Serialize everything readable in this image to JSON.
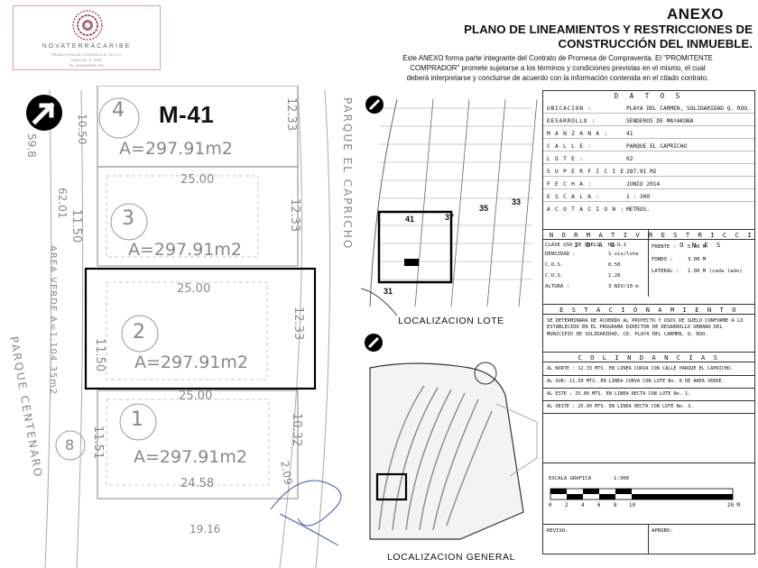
{
  "logo": {
    "brand": "NOVATERRACARIBE",
    "line1": "PROMOTORA DE VIVIENDA S.A. DE C.V.",
    "line2": "CANCÚN, Q. ROO",
    "line3": "AV. BONAMPAK S/N"
  },
  "header": {
    "anexo": "ANEXO",
    "title_line1": "PLANO DE LINEAMIENTOS Y RESTRICCIONES DE",
    "title_line2": "CONSTRUCCIÓN DEL INMUEBLE.",
    "intro_line1": "Este ANEXO forma parte integrante del Contrato de Promesa de Compraventa. El \"PROMITENTE",
    "intro_line2": "COMPRADOR\" promete sujetarse a los términos y condiciones previstas en el mismo, el cual",
    "intro_line3": "deberá interpretarse y concluirse de acuerdo con la información contenida en el citado contrato."
  },
  "main_plan": {
    "manzana": "M-41",
    "lots": [
      {
        "num": "4",
        "area": "A=297.91m2"
      },
      {
        "num": "3",
        "area": "A=297.91m2"
      },
      {
        "num": "2",
        "area": "A=297.91m2"
      },
      {
        "num": "1",
        "area": "A=297.91m2"
      }
    ],
    "lot8": "8",
    "dims": [
      "25.00",
      "25.00",
      "25.00",
      "24.58",
      "11.50",
      "11.50",
      "11.51",
      "12.33",
      "12.33",
      "12.33",
      "10.32",
      "2.09",
      "59.8",
      "62.01",
      "10.50",
      "19.16"
    ],
    "street_right": "PARQUE EL CAPRICHO",
    "street_left": "PARQUE CENTENARO",
    "green_area": "AREA VERDE A=1,104.35m2"
  },
  "loc_lote": {
    "caption": "LOCALIZACION LOTE",
    "labels": [
      "41",
      "37",
      "35",
      "33",
      "31"
    ]
  },
  "loc_general": {
    "caption": "LOCALIZACION GENERAL"
  },
  "datos": {
    "title": "D A T O S",
    "rows": [
      {
        "label": "UBICACION :",
        "value": "PLAYA DEL CARMEN, SOLIDARIDAD Q. ROO."
      },
      {
        "label": "DESARROLLO :",
        "value": "SENDEROS DE MAYAKOBA"
      },
      {
        "label": "M A N Z A N A :",
        "value": "41"
      },
      {
        "label": "C A L L E :",
        "value": "PARQUE EL CAPRICHO"
      },
      {
        "label": "L O T E :",
        "value": "02"
      },
      {
        "label": "S U P E R F I C I E :",
        "value": "297.91 M2"
      },
      {
        "label": "F E C H A :",
        "value": "JUNIO 2014"
      },
      {
        "label": "E S C A L A :",
        "value": "1 : 300"
      },
      {
        "label": "A C O T A C I O N :",
        "value": "METROS."
      }
    ],
    "normatividad": {
      "title": "N O R M A T I V I D A D",
      "rows": [
        {
          "label": "CLAVE USO DE SUELO:",
          "value": "H2.U.1"
        },
        {
          "label": "DENSIDAD :",
          "value": "1 viv/lote"
        },
        {
          "label": "C.O.S.",
          "value": "0.50"
        },
        {
          "label": "C.U.S.",
          "value": "1.20"
        },
        {
          "label": "ALTURA :",
          "value": "3 NIV/10 m"
        }
      ]
    },
    "restricciones": {
      "title": "R E S T R I C C I O N E S",
      "rows": [
        {
          "label": "FRENTE :",
          "value": "5.00 M"
        },
        {
          "label": "FONDO :",
          "value": "3.00 M"
        },
        {
          "label": "LATERAL :",
          "value": "1.00 M (cada lado)"
        }
      ]
    },
    "estacionamiento": {
      "title": "E S T A C I O N A M I E N T O",
      "line1": "SE DETERMINARA DE ACUERDO AL PROYECTO Y USOS DE SUELO CONFORME A LO",
      "line2": "ESTABLECIDO EN EL PROGRAMA DIRECTOR DE DESARROLLO URBANO DEL",
      "line3": "MUNICIPIO DE SOLIDARIDAD, CD. PLAYA DEL CARMEN, Q. ROO."
    },
    "colindancias": {
      "title": "C O L I N D A N C I A S",
      "rows": [
        {
          "label": "AL NORTE :",
          "value": "12.33 MTS. EN LINEA CURVA CON CALLE PARQUE EL CAPRICHO."
        },
        {
          "label": "AL SUR:",
          "value": "11.50 MTS. EN LINEA CURVA CON LOTE No. 8 DE AREA VERDE."
        },
        {
          "label": "AL ESTE :",
          "value": "25.00 MTS. EN LINEA RECTA CON LOTE No. 1."
        },
        {
          "label": "AL OESTE :",
          "value": "25.00 MTS. EN LINEA RECTA CON LOTE No. 3."
        }
      ]
    },
    "escala": {
      "label": "ESCALA GRAFICA",
      "value": "1:300",
      "ticks": [
        "0",
        "2",
        "4",
        "6",
        "8",
        "10",
        "20 M"
      ]
    },
    "reviso": "REVISO:",
    "aprobo": "APROBO:"
  },
  "icons": [
    "north-arrow-icon"
  ]
}
